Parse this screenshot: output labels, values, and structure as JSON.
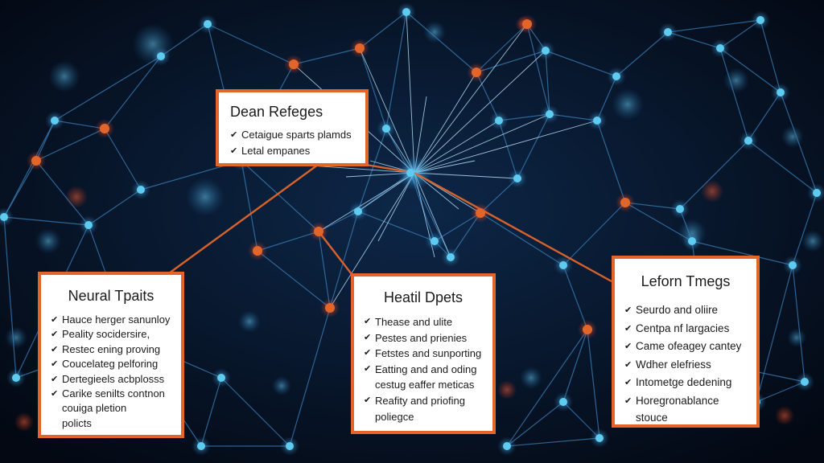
{
  "colors": {
    "background": "#050b18",
    "accent": "#e2662a",
    "node_blue": "#5ecbf0",
    "link": "#3a7fb8"
  },
  "icons": {
    "bullet": "check-mark-icon"
  },
  "cards": [
    {
      "title": "Dean Refeges",
      "items": [
        {
          "text": "Cetaigue sparts plamds"
        },
        {
          "text": "Letal empanes"
        }
      ]
    },
    {
      "title": "Neural Tpaits",
      "items": [
        {
          "text": "Hauce herger sanunloy"
        },
        {
          "text": "Peality socidersire,"
        },
        {
          "text": "Restec ening proving"
        },
        {
          "text": "Coucelateg pelforing"
        },
        {
          "text": "Dertegieels acbplosss"
        },
        {
          "text": "Carike senilts contnon",
          "cont": [
            "couiga pletion",
            "policts"
          ]
        }
      ]
    },
    {
      "title": "Heatil Dpets",
      "items": [
        {
          "text": "Thease and ulite"
        },
        {
          "text": "Pestes and prienies"
        },
        {
          "text": "Fetstes and sunporting"
        },
        {
          "text": "Eatting and and oding",
          "cont": [
            "cestug eaffer meticas"
          ]
        },
        {
          "text": "Reafity and priofing",
          "cont": [
            "poliegce"
          ]
        }
      ]
    },
    {
      "title": "Leforn Tmegs",
      "items": [
        {
          "text": "Seurdo and oliire"
        },
        {
          "text": "Centpa nf largacies"
        },
        {
          "text": "Came ofeagey cantey"
        },
        {
          "text": "Wdher elefriess"
        },
        {
          "text": "Intometge dedening"
        },
        {
          "text": "Horegronablance",
          "cont": [
            "stouce"
          ]
        }
      ]
    }
  ]
}
